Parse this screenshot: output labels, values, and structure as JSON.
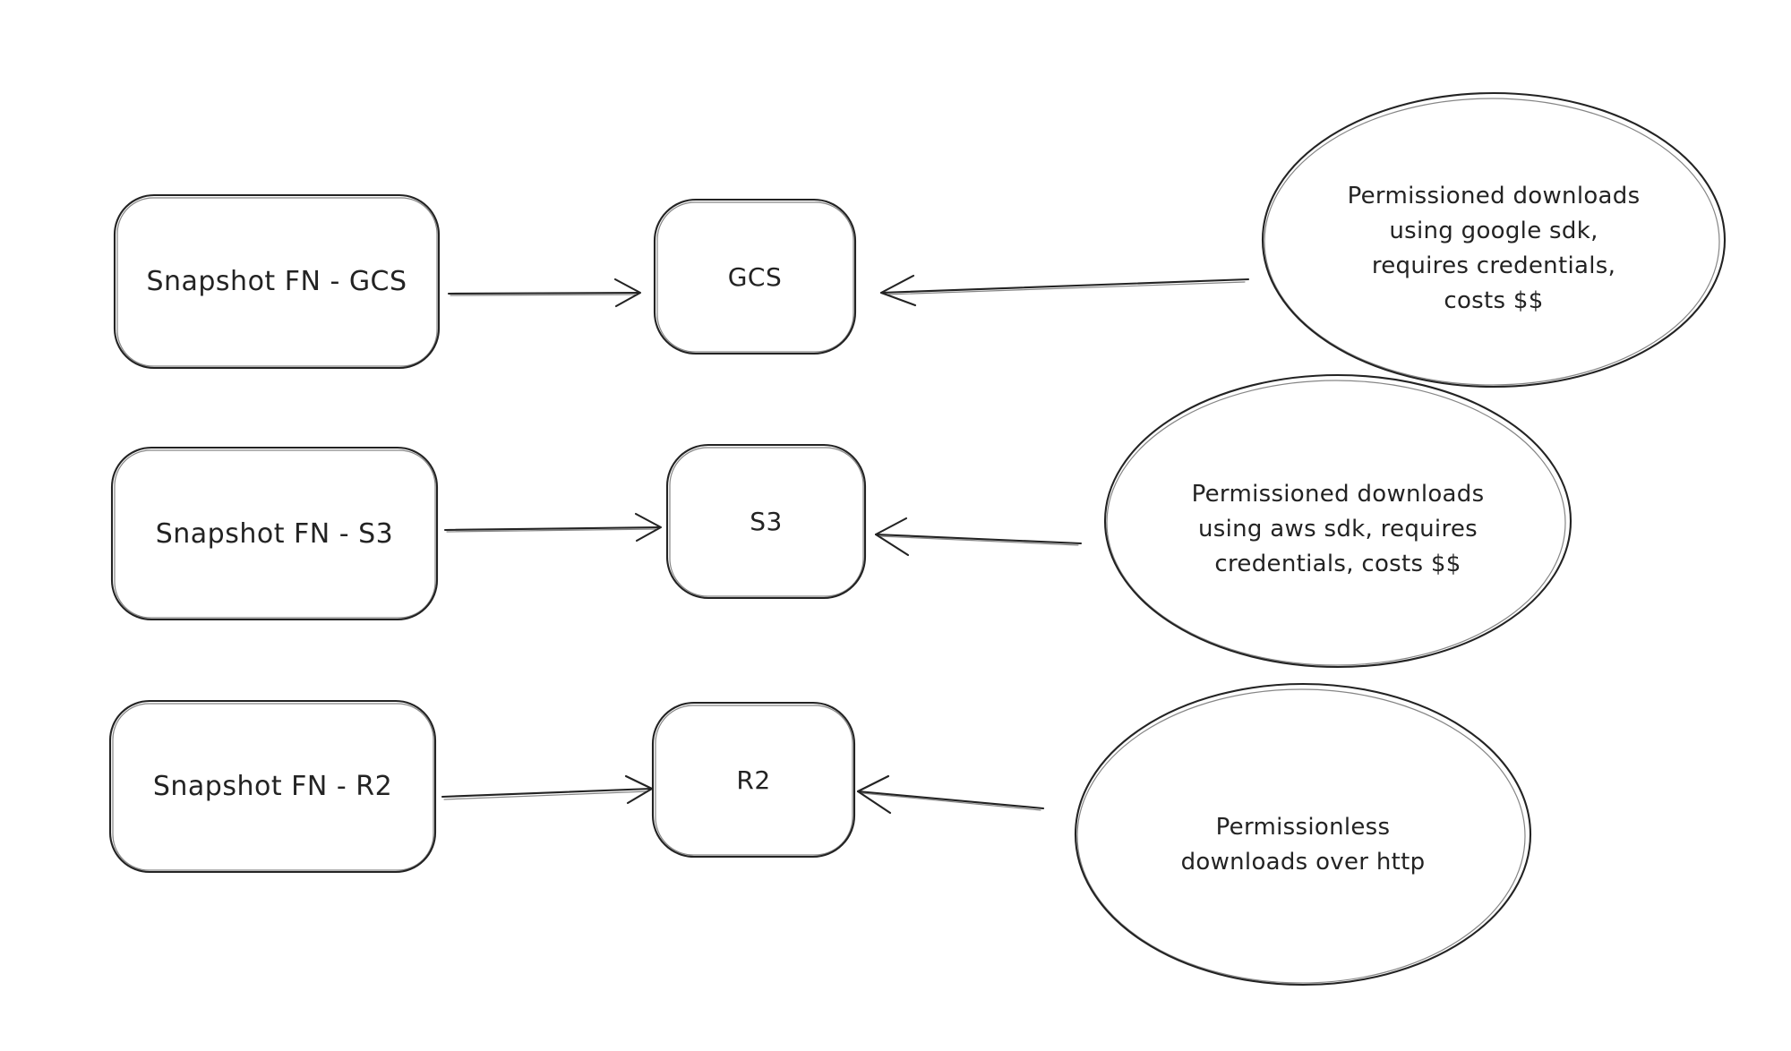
{
  "canvas": {
    "background": "#ffffff",
    "ink": "#232323"
  },
  "rows": [
    {
      "source": {
        "label": "Snapshot FN - GCS"
      },
      "target": {
        "label": "GCS"
      },
      "note": {
        "lines": [
          "Permissioned downloads",
          "using google sdk,",
          "requires credentials,",
          "costs $$"
        ]
      }
    },
    {
      "source": {
        "label": "Snapshot FN - S3"
      },
      "target": {
        "label": "S3"
      },
      "note": {
        "lines": [
          "Permissioned downloads",
          "using aws sdk, requires",
          "credentials, costs $$"
        ]
      }
    },
    {
      "source": {
        "label": "Snapshot FN - R2"
      },
      "target": {
        "label": "R2"
      },
      "note": {
        "lines": [
          "Permissionless",
          "downloads over http"
        ]
      }
    }
  ]
}
